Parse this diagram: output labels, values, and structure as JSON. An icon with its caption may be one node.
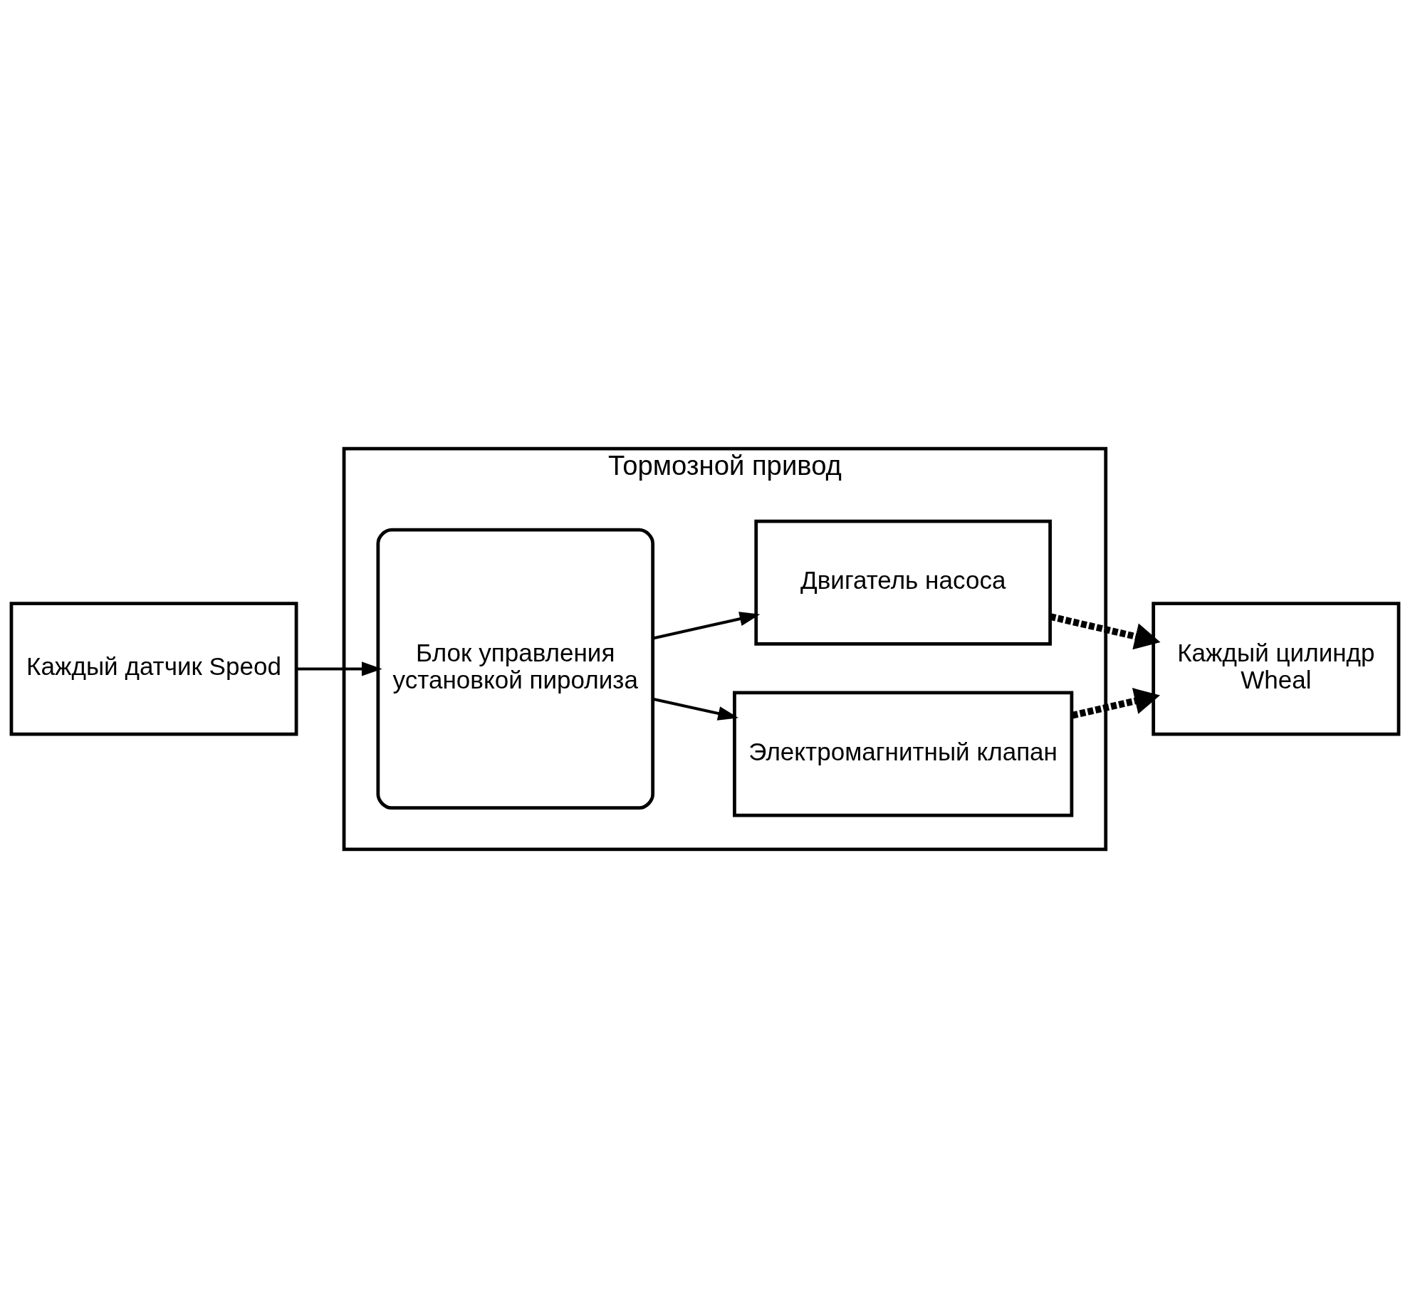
{
  "diagram": {
    "nodes": [
      {
        "text": [
          "Тормозной привод"
        ]
      },
      {
        "text": [
          "Каждый датчик Speod"
        ]
      },
      {
        "text": [
          "Блок управления установкой пиролиза"
        ],
        "in": 0
      },
      {
        "text": [
          "Двигатель насоса"
        ],
        "in": 0
      },
      {
        "text": [
          "Электромагнитный клапан"
        ],
        "in": 0
      },
      {
        "text": [
          "Каждый цилиндр Wheal"
        ]
      }
    ],
    "edges": [
      {
        "from": 1,
        "to": 2,
        "arrow": "to"
      },
      {
        "from": 2,
        "to": 3,
        "arrow": "to"
      },
      {
        "from": 2,
        "to": 4,
        "arrow": "to"
      },
      {
        "from": 3,
        "to": 5,
        "arrow": "to",
        "style": "dashed"
      },
      {
        "from": 4,
        "to": 5,
        "arrow": "to",
        "style": "dashed"
      }
    ]
  }
}
